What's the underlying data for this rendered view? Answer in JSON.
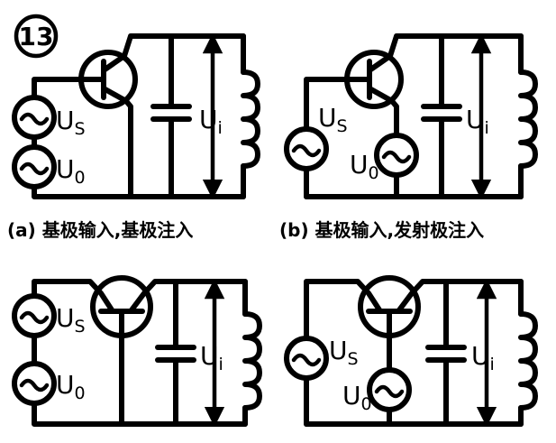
{
  "figure_number": "13",
  "source_label_main": "U",
  "source_label_sub": "S",
  "oscillator_label_main": "U",
  "oscillator_label_sub": "0",
  "voltage_label_main": "U",
  "voltage_label_sub": "i",
  "captions": {
    "a": "(a) 基极输入,基极注入",
    "b": "(b) 基极输入,发射极注入"
  }
}
